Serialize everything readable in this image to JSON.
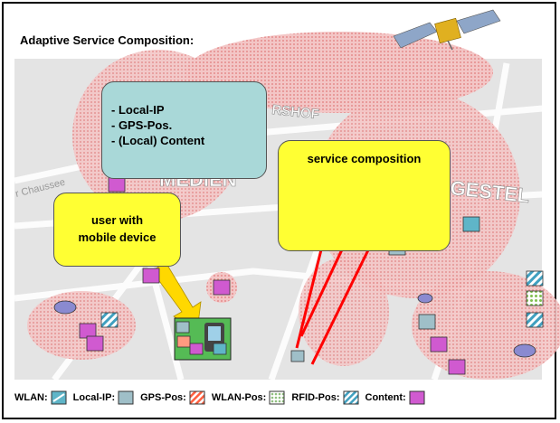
{
  "title": "Adaptive Service Composition:",
  "info_box": {
    "lines": [
      "- Local-IP",
      "- GPS-Pos.",
      "- (Local) Content"
    ]
  },
  "user_box": {
    "line1": "user with",
    "line2": "mobile device"
  },
  "service_box": {
    "label": "service composition"
  },
  "map_labels": {
    "street_top": "RSHOF",
    "district": "MEDIEN",
    "district_right": "GESTEL",
    "chaussee": "r Chaussee"
  },
  "legend": [
    {
      "label": "WLAN:",
      "icon": "wlan-puzzle-icon"
    },
    {
      "label": "Local-IP:",
      "icon": "local-ip-puzzle-icon"
    },
    {
      "label": "GPS-Pos:",
      "icon": "gps-pos-puzzle-icon"
    },
    {
      "label": "WLAN-Pos:",
      "icon": "wlan-pos-puzzle-icon"
    },
    {
      "label": "RFID-Pos:",
      "icon": "rfid-pos-puzzle-icon"
    },
    {
      "label": "Content:",
      "icon": "content-puzzle-icon"
    }
  ],
  "colors": {
    "map_background": "#e4e4e4",
    "coverage_area": "#f0c4c4",
    "info_box": "#a9d8d8",
    "highlight_box": "#ffff33",
    "arrow": "#ff0000",
    "wlan": "#5fb5c8",
    "local_ip": "#9fbfc8",
    "gps": "#ff6040",
    "wlan_pos": "#8fbf7f",
    "rfid": "#40a0c0",
    "content": "#d05ad0",
    "pointer_arrow": "#ffd800"
  }
}
